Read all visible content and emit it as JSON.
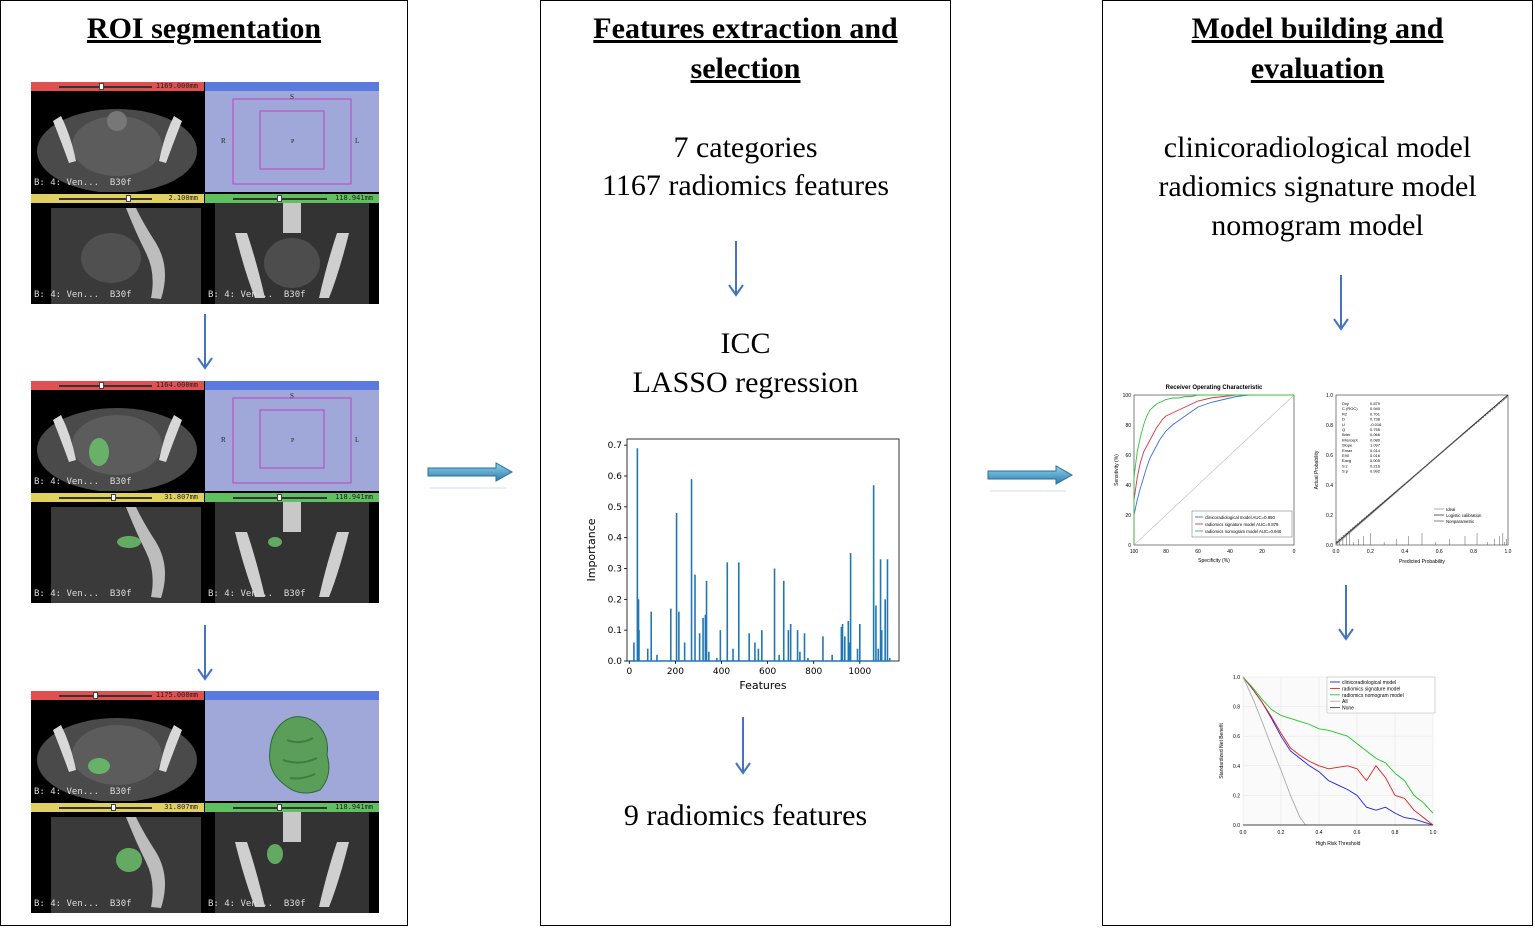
{
  "panels": {
    "roi": {
      "title": "ROI segmentation",
      "viewer_label": "B: 4: Ven...  B30f",
      "blocks": [
        {
          "red_value": "1169.000mm",
          "yellow_value": "2.100mm",
          "green_value": "118.941mm"
        },
        {
          "red_value": "1164.000mm",
          "yellow_value": "31.807mm",
          "green_value": "118.941mm"
        },
        {
          "red_value": "1175.000mm",
          "yellow_value": "31.807mm",
          "green_value": "118.941mm"
        }
      ],
      "orientation": {
        "top": "S",
        "left": "R",
        "right": "L",
        "center": "P"
      }
    },
    "features": {
      "title_line1": "Features extraction and",
      "title_line2": "selection",
      "text1_line1": "7 categories",
      "text1_line2": "1167 radiomics features",
      "text2_line1": "ICC",
      "text2_line2": "LASSO regression",
      "text3": "9 radiomics features"
    },
    "model": {
      "title_line1": "Model building and",
      "title_line2": "evaluation",
      "text_line1": "clinicoradiological model",
      "text_line2": "radiomics signature model",
      "text_line3": "nomogram model"
    }
  },
  "colors": {
    "arrow_blue": "#4472c4",
    "bar_blue": "#1f77b4"
  },
  "chart_data": [
    {
      "type": "bar",
      "xlabel": "Features",
      "ylabel": "Importance",
      "ylim": [
        0,
        0.72
      ],
      "xlim": [
        -10,
        1170
      ],
      "x_ticks": [
        0,
        200,
        400,
        600,
        800,
        1000
      ],
      "y_ticks": [
        0.0,
        0.1,
        0.2,
        0.3,
        0.4,
        0.5,
        0.6,
        0.7
      ],
      "x": [
        20,
        35,
        40,
        42,
        80,
        95,
        120,
        180,
        205,
        215,
        240,
        270,
        285,
        305,
        320,
        330,
        335,
        345,
        380,
        395,
        425,
        450,
        475,
        520,
        545,
        560,
        575,
        630,
        650,
        670,
        690,
        700,
        730,
        740,
        760,
        775,
        840,
        880,
        920,
        925,
        935,
        950,
        955,
        960,
        990,
        1000,
        1060,
        1070,
        1080,
        1090,
        1095,
        1110,
        1120,
        1130
      ],
      "values": [
        0.06,
        0.69,
        0.2,
        0.1,
        0.04,
        0.16,
        0.02,
        0.17,
        0.48,
        0.16,
        0.06,
        0.59,
        0.28,
        0.09,
        0.14,
        0.15,
        0.26,
        0.03,
        0.01,
        0.1,
        0.32,
        0.04,
        0.32,
        0.09,
        0.06,
        0.04,
        0.1,
        0.3,
        0.02,
        0.26,
        0.1,
        0.12,
        0.1,
        0.03,
        0.09,
        0.01,
        0.08,
        0.02,
        0.11,
        0.12,
        0.08,
        0.13,
        0.06,
        0.35,
        0.04,
        0.12,
        0.57,
        0.18,
        0.04,
        0.33,
        0.1,
        0.2,
        0.33,
        0.01
      ]
    },
    {
      "type": "line",
      "title": "Receiver Operating Characteristic",
      "xlabel": "Specificity (%)",
      "ylabel": "Sensitivity (%)",
      "x_ticks": [
        100,
        80,
        60,
        40,
        20,
        0
      ],
      "y_ticks": [
        0,
        20,
        40,
        60,
        80,
        100
      ],
      "series": [
        {
          "name": "clinicoradiological model AUC=0.850",
          "color": "#3a6fd8",
          "x": [
            100,
            100,
            98,
            96,
            94,
            92,
            90,
            88,
            86,
            84,
            82,
            80,
            76,
            72,
            68,
            64,
            60,
            52,
            44,
            36,
            28,
            20,
            0
          ],
          "y": [
            0,
            20,
            30,
            38,
            45,
            52,
            58,
            62,
            66,
            70,
            73,
            76,
            80,
            83,
            86,
            89,
            92,
            95,
            97,
            99,
            100,
            100,
            100
          ]
        },
        {
          "name": "radiomics signature model AUC=0.879",
          "color": "#d9344a",
          "x": [
            100,
            100,
            98,
            96,
            94,
            92,
            90,
            88,
            86,
            84,
            82,
            80,
            76,
            72,
            68,
            64,
            60,
            52,
            44,
            36,
            28,
            20,
            0
          ],
          "y": [
            0,
            30,
            45,
            55,
            62,
            66,
            70,
            74,
            78,
            81,
            84,
            86,
            88,
            90,
            92,
            94,
            96,
            98,
            99,
            100,
            100,
            100,
            100
          ]
        },
        {
          "name": "radiomics nomogram model AUC=0.940",
          "color": "#34c23f",
          "x": [
            100,
            100,
            98,
            96,
            94,
            92,
            90,
            88,
            86,
            84,
            82,
            80,
            76,
            72,
            68,
            64,
            60,
            52,
            44,
            36,
            28,
            20,
            0
          ],
          "y": [
            0,
            45,
            62,
            72,
            80,
            86,
            90,
            92,
            94,
            95,
            96,
            97,
            98,
            98,
            99,
            99,
            100,
            100,
            100,
            100,
            100,
            100,
            100
          ]
        }
      ]
    },
    {
      "type": "line",
      "xlabel": "Predicted Probability",
      "ylabel": "Actual Probability",
      "x_ticks": [
        0.0,
        0.2,
        0.4,
        0.6,
        0.8,
        1.0
      ],
      "y_ticks": [
        0.0,
        0.2,
        0.4,
        0.6,
        0.8,
        1.0
      ],
      "stats": [
        [
          "Dxy",
          "0.879"
        ],
        [
          "C (ROC)",
          "0.940"
        ],
        [
          "R2",
          "0.701"
        ],
        [
          "D",
          "0.738"
        ],
        [
          "U",
          "-0.016"
        ],
        [
          "Q",
          "0.755"
        ],
        [
          "Brier",
          "0.066"
        ],
        [
          "Intercept",
          "0.080"
        ],
        [
          "Slope",
          "1.097"
        ],
        [
          "Emax",
          "0.014"
        ],
        [
          "E90",
          "0.016"
        ],
        [
          "Eavg",
          "0.005"
        ],
        [
          "S:z",
          "0.216"
        ],
        [
          "S:p",
          "0.992"
        ]
      ],
      "series": [
        {
          "name": "Ideal",
          "color": "#999999",
          "x": [
            0,
            1
          ],
          "y": [
            0,
            1
          ]
        },
        {
          "name": "Logistic calibration",
          "color": "#333333",
          "x": [
            0,
            1
          ],
          "y": [
            0.01,
            1.0
          ]
        },
        {
          "name": "Nonparametric",
          "color": "#666666",
          "x": [
            0,
            1
          ],
          "y": [
            0.02,
            0.99
          ]
        }
      ]
    },
    {
      "type": "line",
      "xlabel": "High Risk Threshold",
      "ylabel": "Standardized Net Benefit",
      "x_ticks": [
        0.0,
        0.2,
        0.4,
        0.6,
        0.8,
        1.0
      ],
      "y_ticks": [
        0.0,
        0.2,
        0.4,
        0.6,
        0.8,
        1.0
      ],
      "series": [
        {
          "name": "clinicoradiological model",
          "color": "#1e1ee0",
          "x": [
            0,
            0.05,
            0.1,
            0.15,
            0.2,
            0.25,
            0.3,
            0.35,
            0.4,
            0.45,
            0.5,
            0.55,
            0.6,
            0.65,
            0.7,
            0.75,
            0.8,
            0.85,
            0.9,
            0.95,
            1.0
          ],
          "y": [
            1.0,
            0.92,
            0.83,
            0.72,
            0.6,
            0.5,
            0.45,
            0.4,
            0.36,
            0.3,
            0.27,
            0.24,
            0.2,
            0.12,
            0.1,
            0.12,
            0.08,
            0.05,
            0.04,
            0.02,
            0.0
          ]
        },
        {
          "name": "radiomics signature model",
          "color": "#e01e1e",
          "x": [
            0,
            0.05,
            0.1,
            0.15,
            0.2,
            0.25,
            0.3,
            0.35,
            0.4,
            0.45,
            0.5,
            0.55,
            0.6,
            0.65,
            0.7,
            0.75,
            0.8,
            0.85,
            0.9,
            0.95,
            1.0
          ],
          "y": [
            1.0,
            0.92,
            0.83,
            0.73,
            0.62,
            0.52,
            0.47,
            0.43,
            0.4,
            0.38,
            0.39,
            0.4,
            0.38,
            0.3,
            0.4,
            0.32,
            0.2,
            0.18,
            0.1,
            0.05,
            0.0
          ]
        },
        {
          "name": "radiomics nomogram model",
          "color": "#1ec81e",
          "x": [
            0,
            0.05,
            0.1,
            0.15,
            0.2,
            0.25,
            0.3,
            0.35,
            0.4,
            0.45,
            0.5,
            0.55,
            0.6,
            0.65,
            0.7,
            0.75,
            0.8,
            0.85,
            0.9,
            0.95,
            1.0
          ],
          "y": [
            1.0,
            0.93,
            0.85,
            0.78,
            0.74,
            0.72,
            0.7,
            0.68,
            0.65,
            0.64,
            0.62,
            0.6,
            0.55,
            0.5,
            0.45,
            0.42,
            0.35,
            0.3,
            0.2,
            0.15,
            0.08
          ]
        },
        {
          "name": "All",
          "color": "#aaaaaa",
          "x": [
            0,
            0.05,
            0.1,
            0.15,
            0.2,
            0.25,
            0.3,
            0.33
          ],
          "y": [
            1.0,
            0.86,
            0.7,
            0.53,
            0.37,
            0.2,
            0.05,
            0.0
          ]
        },
        {
          "name": "None",
          "color": "#444444",
          "x": [
            0,
            1
          ],
          "y": [
            0,
            0
          ]
        }
      ]
    }
  ]
}
